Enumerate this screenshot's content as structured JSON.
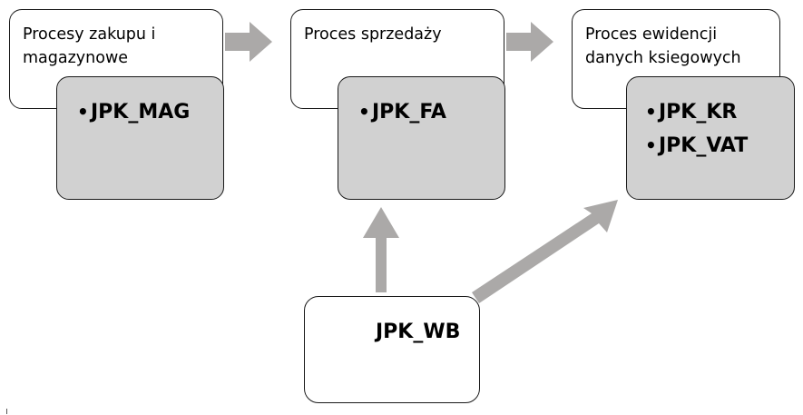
{
  "processes": [
    {
      "label": "Procesy zakupu i\nmagazynowe",
      "documents": [
        "JPK_MAG"
      ]
    },
    {
      "label": "Proces sprzedaży",
      "documents": [
        "JPK_FA"
      ]
    },
    {
      "label": "Proces ewidencji\ndanych ksiegowych",
      "documents": [
        "JPK_KR",
        "JPK_VAT"
      ]
    }
  ],
  "source": {
    "label": "JPK_WB"
  },
  "colors": {
    "document_fill": "#d1d1d1",
    "arrow": "#aba9a8",
    "border": "#1a1a1a"
  }
}
